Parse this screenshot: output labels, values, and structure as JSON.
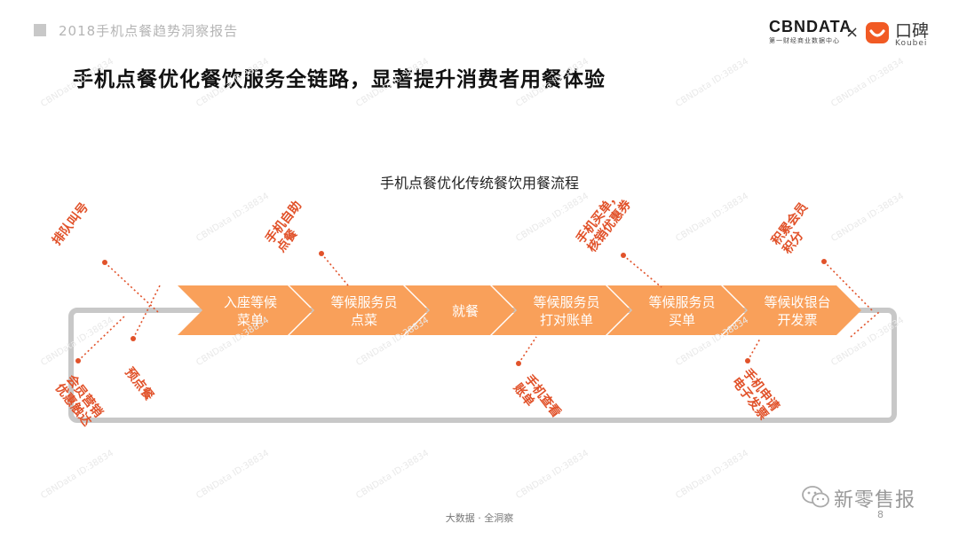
{
  "header": {
    "report_title": "2018手机点餐趋势洞察报告",
    "cbn_logo": "CBNDATA",
    "cbn_tagline": "第一财经商业数据中心",
    "times": "×",
    "koubei_name": "口碑",
    "koubei_latin": "Koubei"
  },
  "page_title": "手机点餐优化餐饮服务全链路，显著提升消费者用餐体验",
  "diagram": {
    "title": "手机点餐优化传统餐饮用餐流程",
    "steps": [
      {
        "line1": "入座等候",
        "line2": "菜单"
      },
      {
        "line1": "等候服务员",
        "line2": "点菜"
      },
      {
        "line1": "就餐",
        "line2": ""
      },
      {
        "line1": "等候服务员",
        "line2": "打对账单"
      },
      {
        "line1": "等候服务员",
        "line2": "买单"
      },
      {
        "line1": "等候收银台",
        "line2": "开发票"
      }
    ],
    "annotations_top": [
      {
        "line1": "排队叫号",
        "line2": ""
      },
      {
        "line1": "手机自助",
        "line2": "点餐"
      },
      {
        "line1": "手机买单，",
        "line2": "核销优惠券"
      },
      {
        "line1": "积累会员",
        "line2": "积分"
      }
    ],
    "annotations_bottom": [
      {
        "line1": "会员营销",
        "line2": "优惠触达"
      },
      {
        "line1": "预点餐",
        "line2": ""
      },
      {
        "line1": "手机查看",
        "line2": "账单"
      },
      {
        "line1": "手机申请",
        "line2": "电子发票"
      }
    ],
    "colors": {
      "arrow": "#f9a05a",
      "accent": "#e1522a",
      "loop": "#c8c8c8"
    }
  },
  "watermark": "CBNData ID:38834",
  "footer": {
    "tagline": "大数据 · 全洞察",
    "page_number": "8"
  },
  "wechat": {
    "account": "新零售报"
  }
}
